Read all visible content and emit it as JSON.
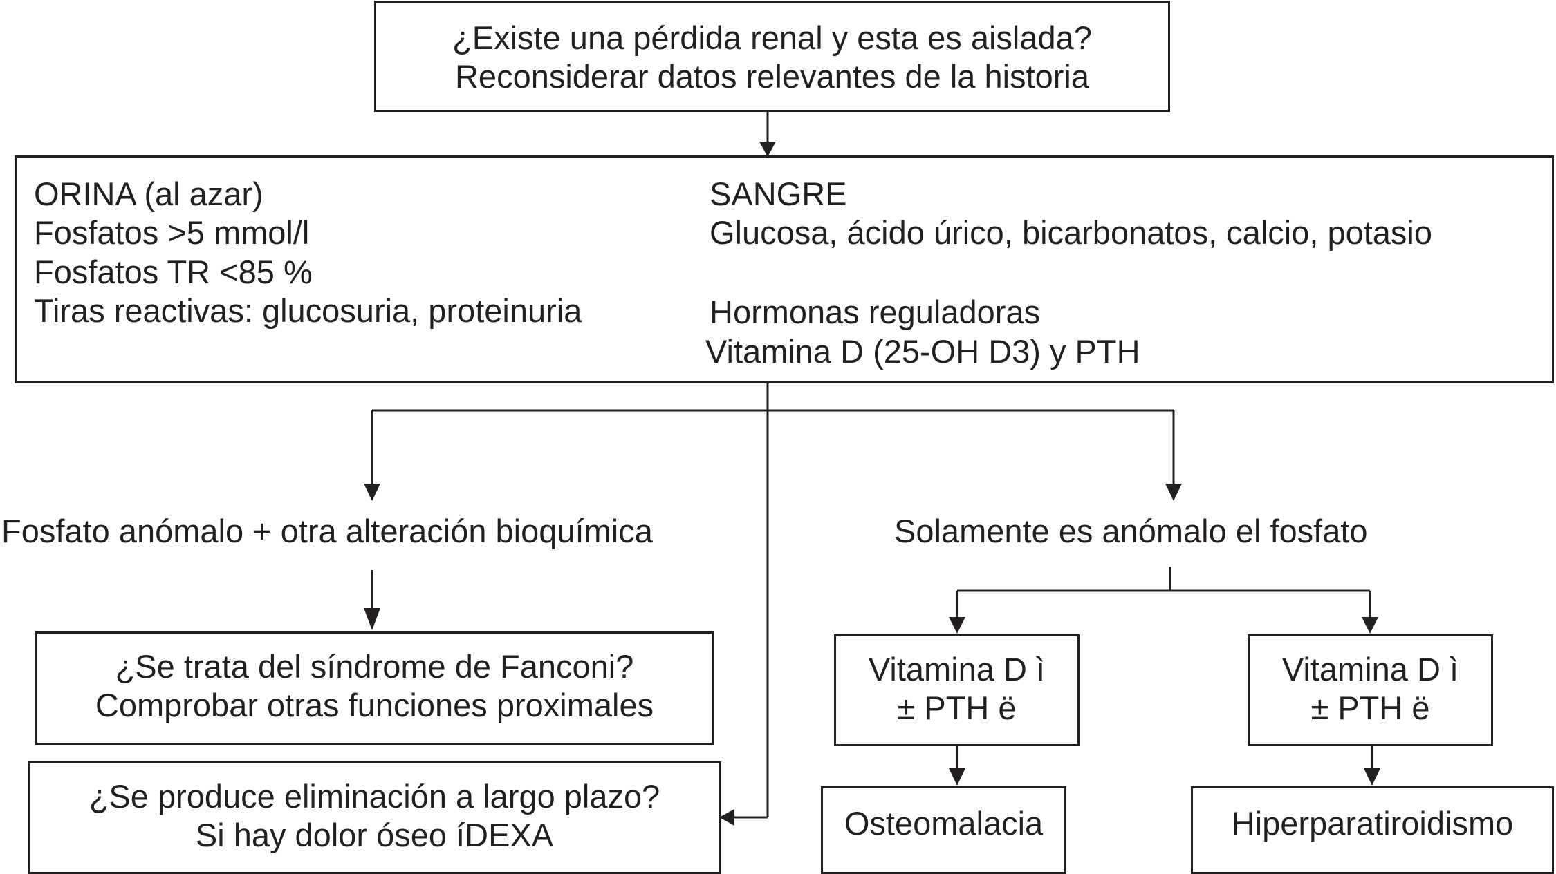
{
  "top": {
    "line1": "¿Existe una pérdida renal y esta es aislada?",
    "line2": "Reconsiderar datos relevantes de la historia"
  },
  "tests": {
    "urine": {
      "title": "ORINA (al azar)",
      "items": [
        "Fosfatos >5 mmol/l",
        "Fosfatos TR <85 %",
        "Tiras reactivas: glucosuria, proteinuria"
      ]
    },
    "blood": {
      "title": "SANGRE",
      "line1": "Glucosa, ácido úrico, bicarbonatos, calcio, potasio",
      "hormones_title": "Hormonas reguladoras",
      "hormones": "Vitamina D (25-OH D3) y PTH"
    }
  },
  "branches": {
    "left": "Fosfato anómalo + otra alteración bioquímica",
    "right": "Solamente es anómalo el fosfato"
  },
  "fanconi": {
    "line1": "¿Se trata del síndrome de Fanconi?",
    "line2": "Comprobar otras funciones proximales"
  },
  "longterm": {
    "line1": "¿Se produce eliminación a largo plazo?",
    "line2": "Si hay dolor óseo íDEXA"
  },
  "vitd_left": {
    "line1": "Vitamina D ì",
    "line2": "± PTH ë"
  },
  "vitd_right": {
    "line1": "Vitamina D ì",
    "line2": "± PTH ë"
  },
  "outcomes": {
    "left": "Osteomalacia",
    "right": "Hiperparatiroidismo"
  },
  "colors": {
    "ink": "#231f20",
    "background": "#ffffff"
  }
}
